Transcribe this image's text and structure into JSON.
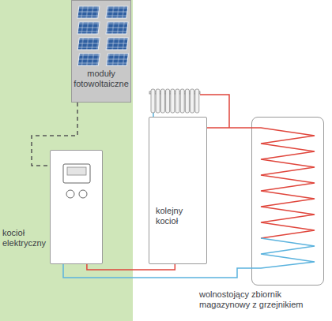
{
  "diagram": {
    "nodes": [
      {
        "text": [
          "moduły fotowoltaiczne"
        ]
      },
      {
        "text": [
          "kocioł elektryczny"
        ]
      },
      {
        "text": [
          "kolejny kocioł"
        ]
      },
      {
        "text": [
          "wolnostojący zbiornik magazynowy z grzejnikiem"
        ]
      }
    ],
    "edges": [
      {
        "from": 0,
        "to": 1,
        "arrow": "none"
      },
      {
        "from": 1,
        "to": 2,
        "arrow": "none"
      },
      {
        "from": 2,
        "to": 3,
        "arrow": "none"
      }
    ]
  }
}
